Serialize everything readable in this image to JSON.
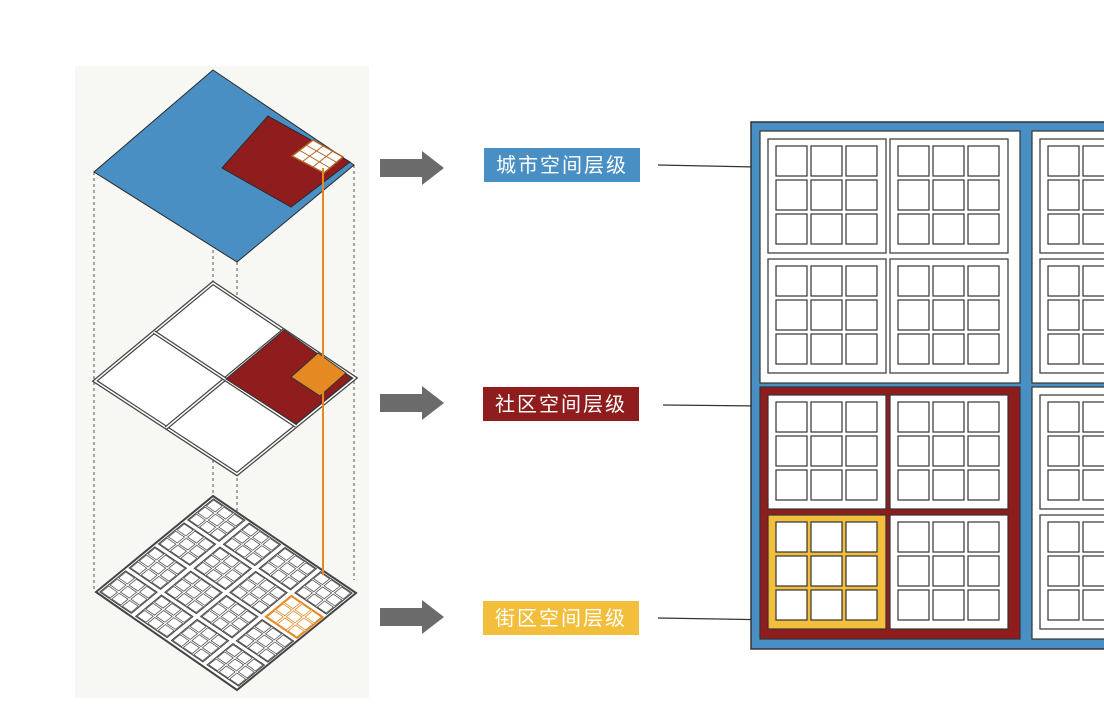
{
  "labels": {
    "city": "城市空间层级",
    "community": "社区空间层级",
    "block": "街区空间层级"
  },
  "colors": {
    "city": "#4a8fc4",
    "community": "#8f1d1e",
    "block": "#f2be3c",
    "block_highlight": "#e58a23",
    "arrow": "#6b6b6b",
    "line": "#333333"
  },
  "icons": {
    "arrow": "right-arrow-icon"
  }
}
